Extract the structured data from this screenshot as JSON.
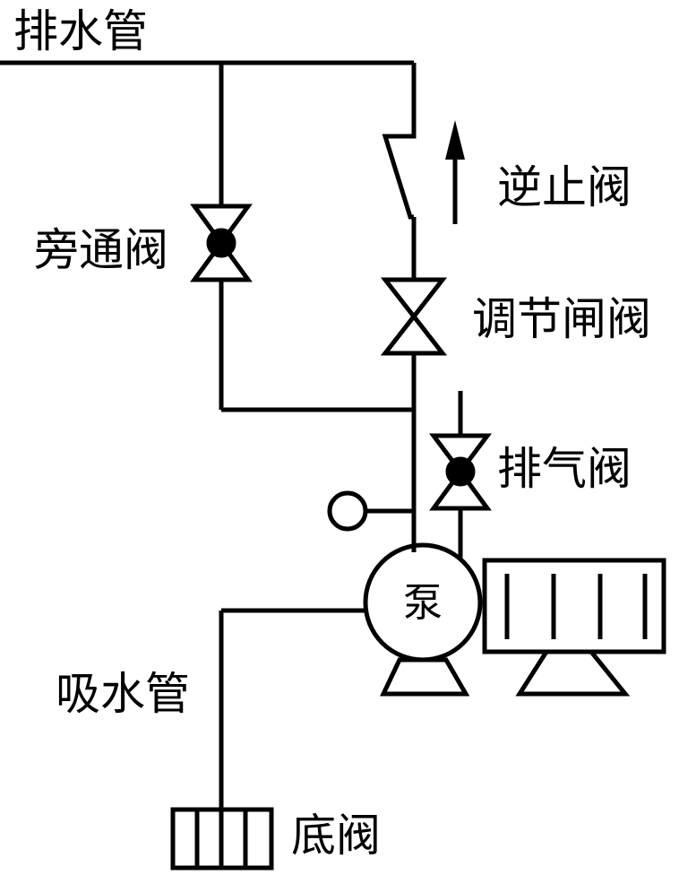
{
  "labels": {
    "discharge_pipe": "排水管",
    "bypass_valve": "旁通阀",
    "check_valve": "逆止阀",
    "regulating_gate_valve": "调节闸阀",
    "vent_valve": "排气阀",
    "pump": "泵",
    "suction_pipe": "吸水管",
    "foot_valve": "底阀"
  },
  "colors": {
    "stroke": "#000000",
    "background": "#ffffff"
  }
}
